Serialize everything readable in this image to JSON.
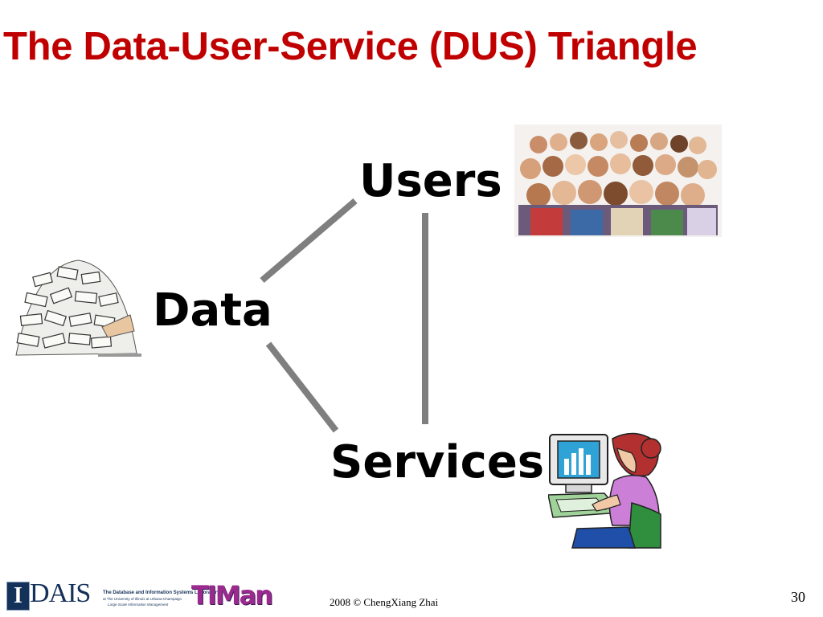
{
  "slide": {
    "title": "The Data-User-Service (DUS) Triangle",
    "nodes": {
      "users": "Users",
      "data": "Data",
      "services": "Services"
    },
    "images": {
      "users": "people-crowd-clipart",
      "data": "paper-pile-clipart",
      "services": "woman-at-computer-clipart"
    }
  },
  "footer": {
    "copyright": "2008  © ChengXiang Zhai",
    "page_number": "30",
    "dais_logo": {
      "letter": "I",
      "name": "DAIS",
      "line1": "The Database and Information Systems Laboratory",
      "line2": "at The University of Illinois at Urbana-Champaign",
      "line3": "Large Scale Information Management"
    },
    "timan_logo": "TIMan"
  },
  "colors": {
    "title": "#c00000",
    "connector": "#7f7f7f",
    "text": "#000000"
  }
}
